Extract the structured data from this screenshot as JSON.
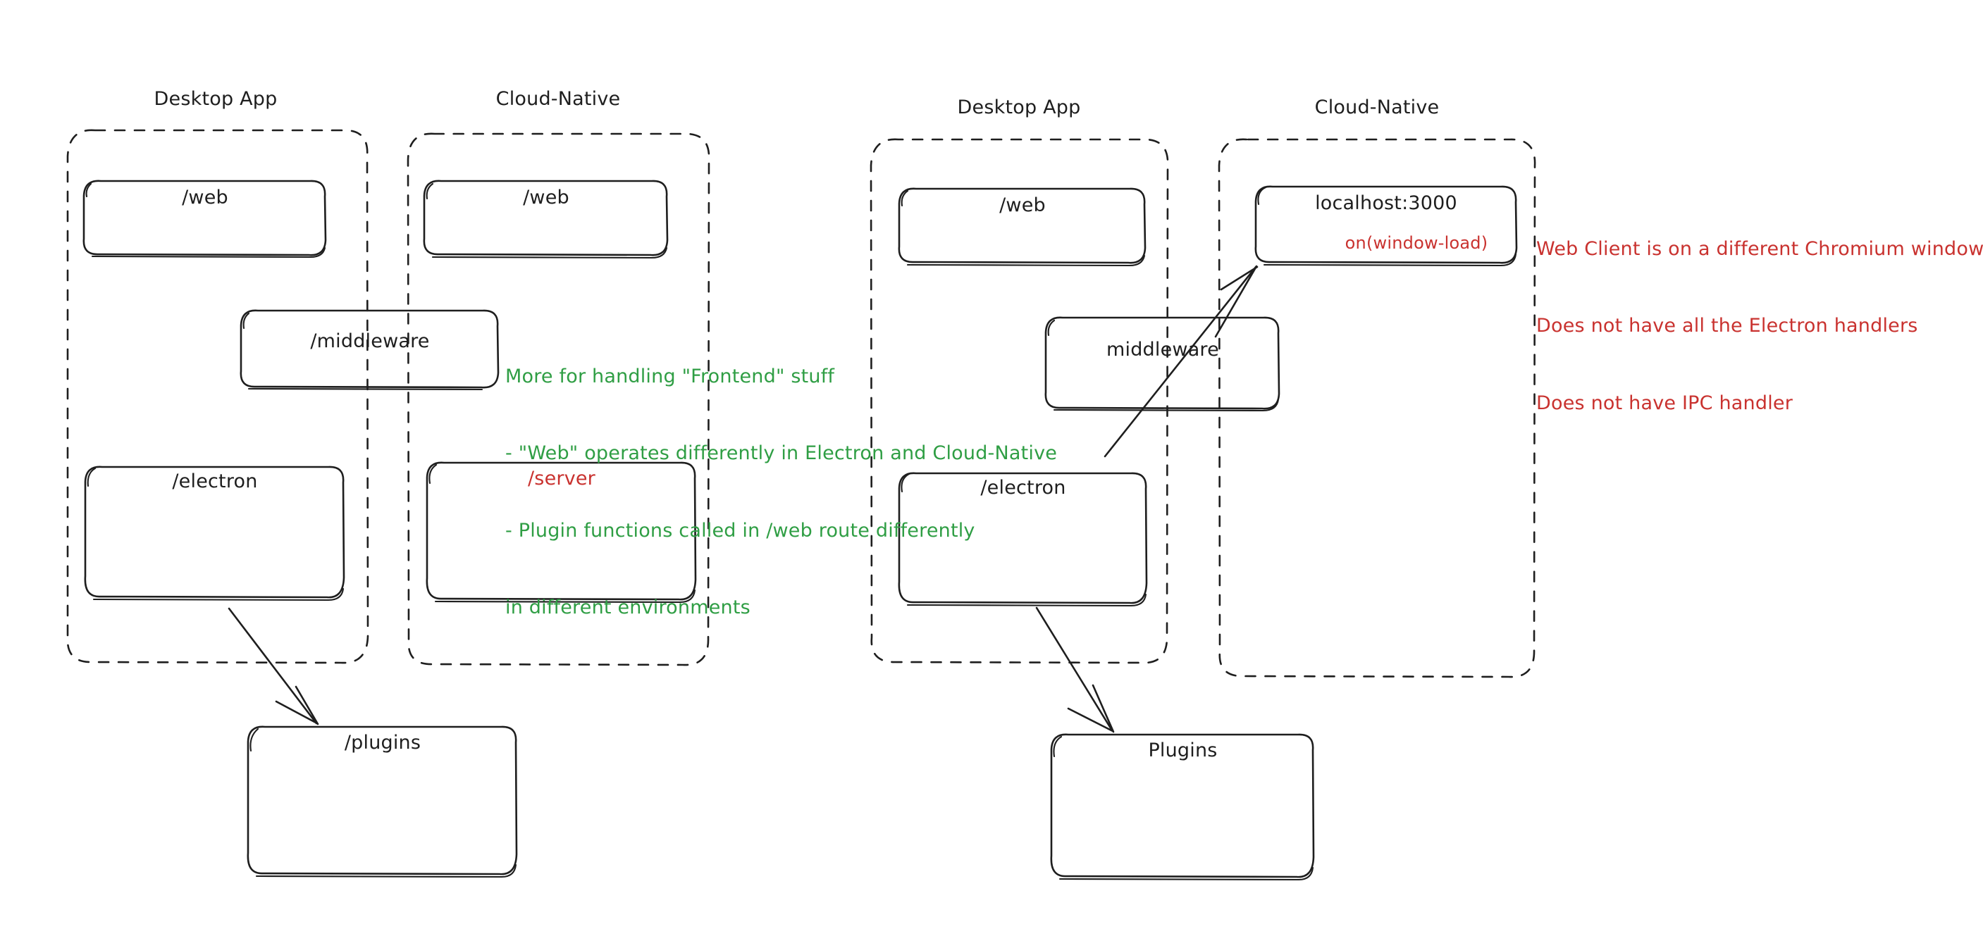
{
  "diagram": {
    "title_left_desktop": "Desktop App",
    "title_left_cloud": "Cloud-Native",
    "title_right_desktop": "Desktop App",
    "title_right_cloud": "Cloud-Native",
    "colors": {
      "ink": "#1e1e1e",
      "green": "#2f9e44",
      "red": "#c9322f",
      "background": "#ffffff"
    },
    "left_diagram": {
      "desktop_group": {
        "title": "Desktop App",
        "nodes": [
          {
            "label": "/web"
          },
          {
            "label": "/electron"
          }
        ]
      },
      "cloud_group": {
        "title": "Cloud-Native",
        "nodes": [
          {
            "label": "/web"
          },
          {
            "label": "/server",
            "color": "#c9322f"
          }
        ]
      },
      "shared_node": {
        "label": "/middleware"
      },
      "bottom_node": {
        "label": "/plugins"
      },
      "note": {
        "color": "#2f9e44",
        "lines": [
          "More for handling \"Frontend\" stuff",
          "- \"Web\" operates differently in Electron and Cloud-Native",
          "- Plugin functions called in /web route differently",
          "in different environments"
        ]
      }
    },
    "right_diagram": {
      "desktop_group": {
        "title": "Desktop App",
        "nodes": [
          {
            "label": "/web"
          },
          {
            "label": "/electron"
          }
        ]
      },
      "cloud_group": {
        "title": "Cloud-Native",
        "nodes": [
          {
            "label": "localhost:3000",
            "sublabel": "on(window-load)",
            "sublabel_color": "#c9322f"
          }
        ]
      },
      "shared_node": {
        "label": "middleware"
      },
      "bottom_node": {
        "label": "Plugins"
      },
      "note": {
        "color": "#c9322f",
        "lines": [
          "Web Client is on a different Chromium window",
          "Does not have all the Electron handlers",
          "Does not have IPC handler"
        ]
      }
    }
  }
}
